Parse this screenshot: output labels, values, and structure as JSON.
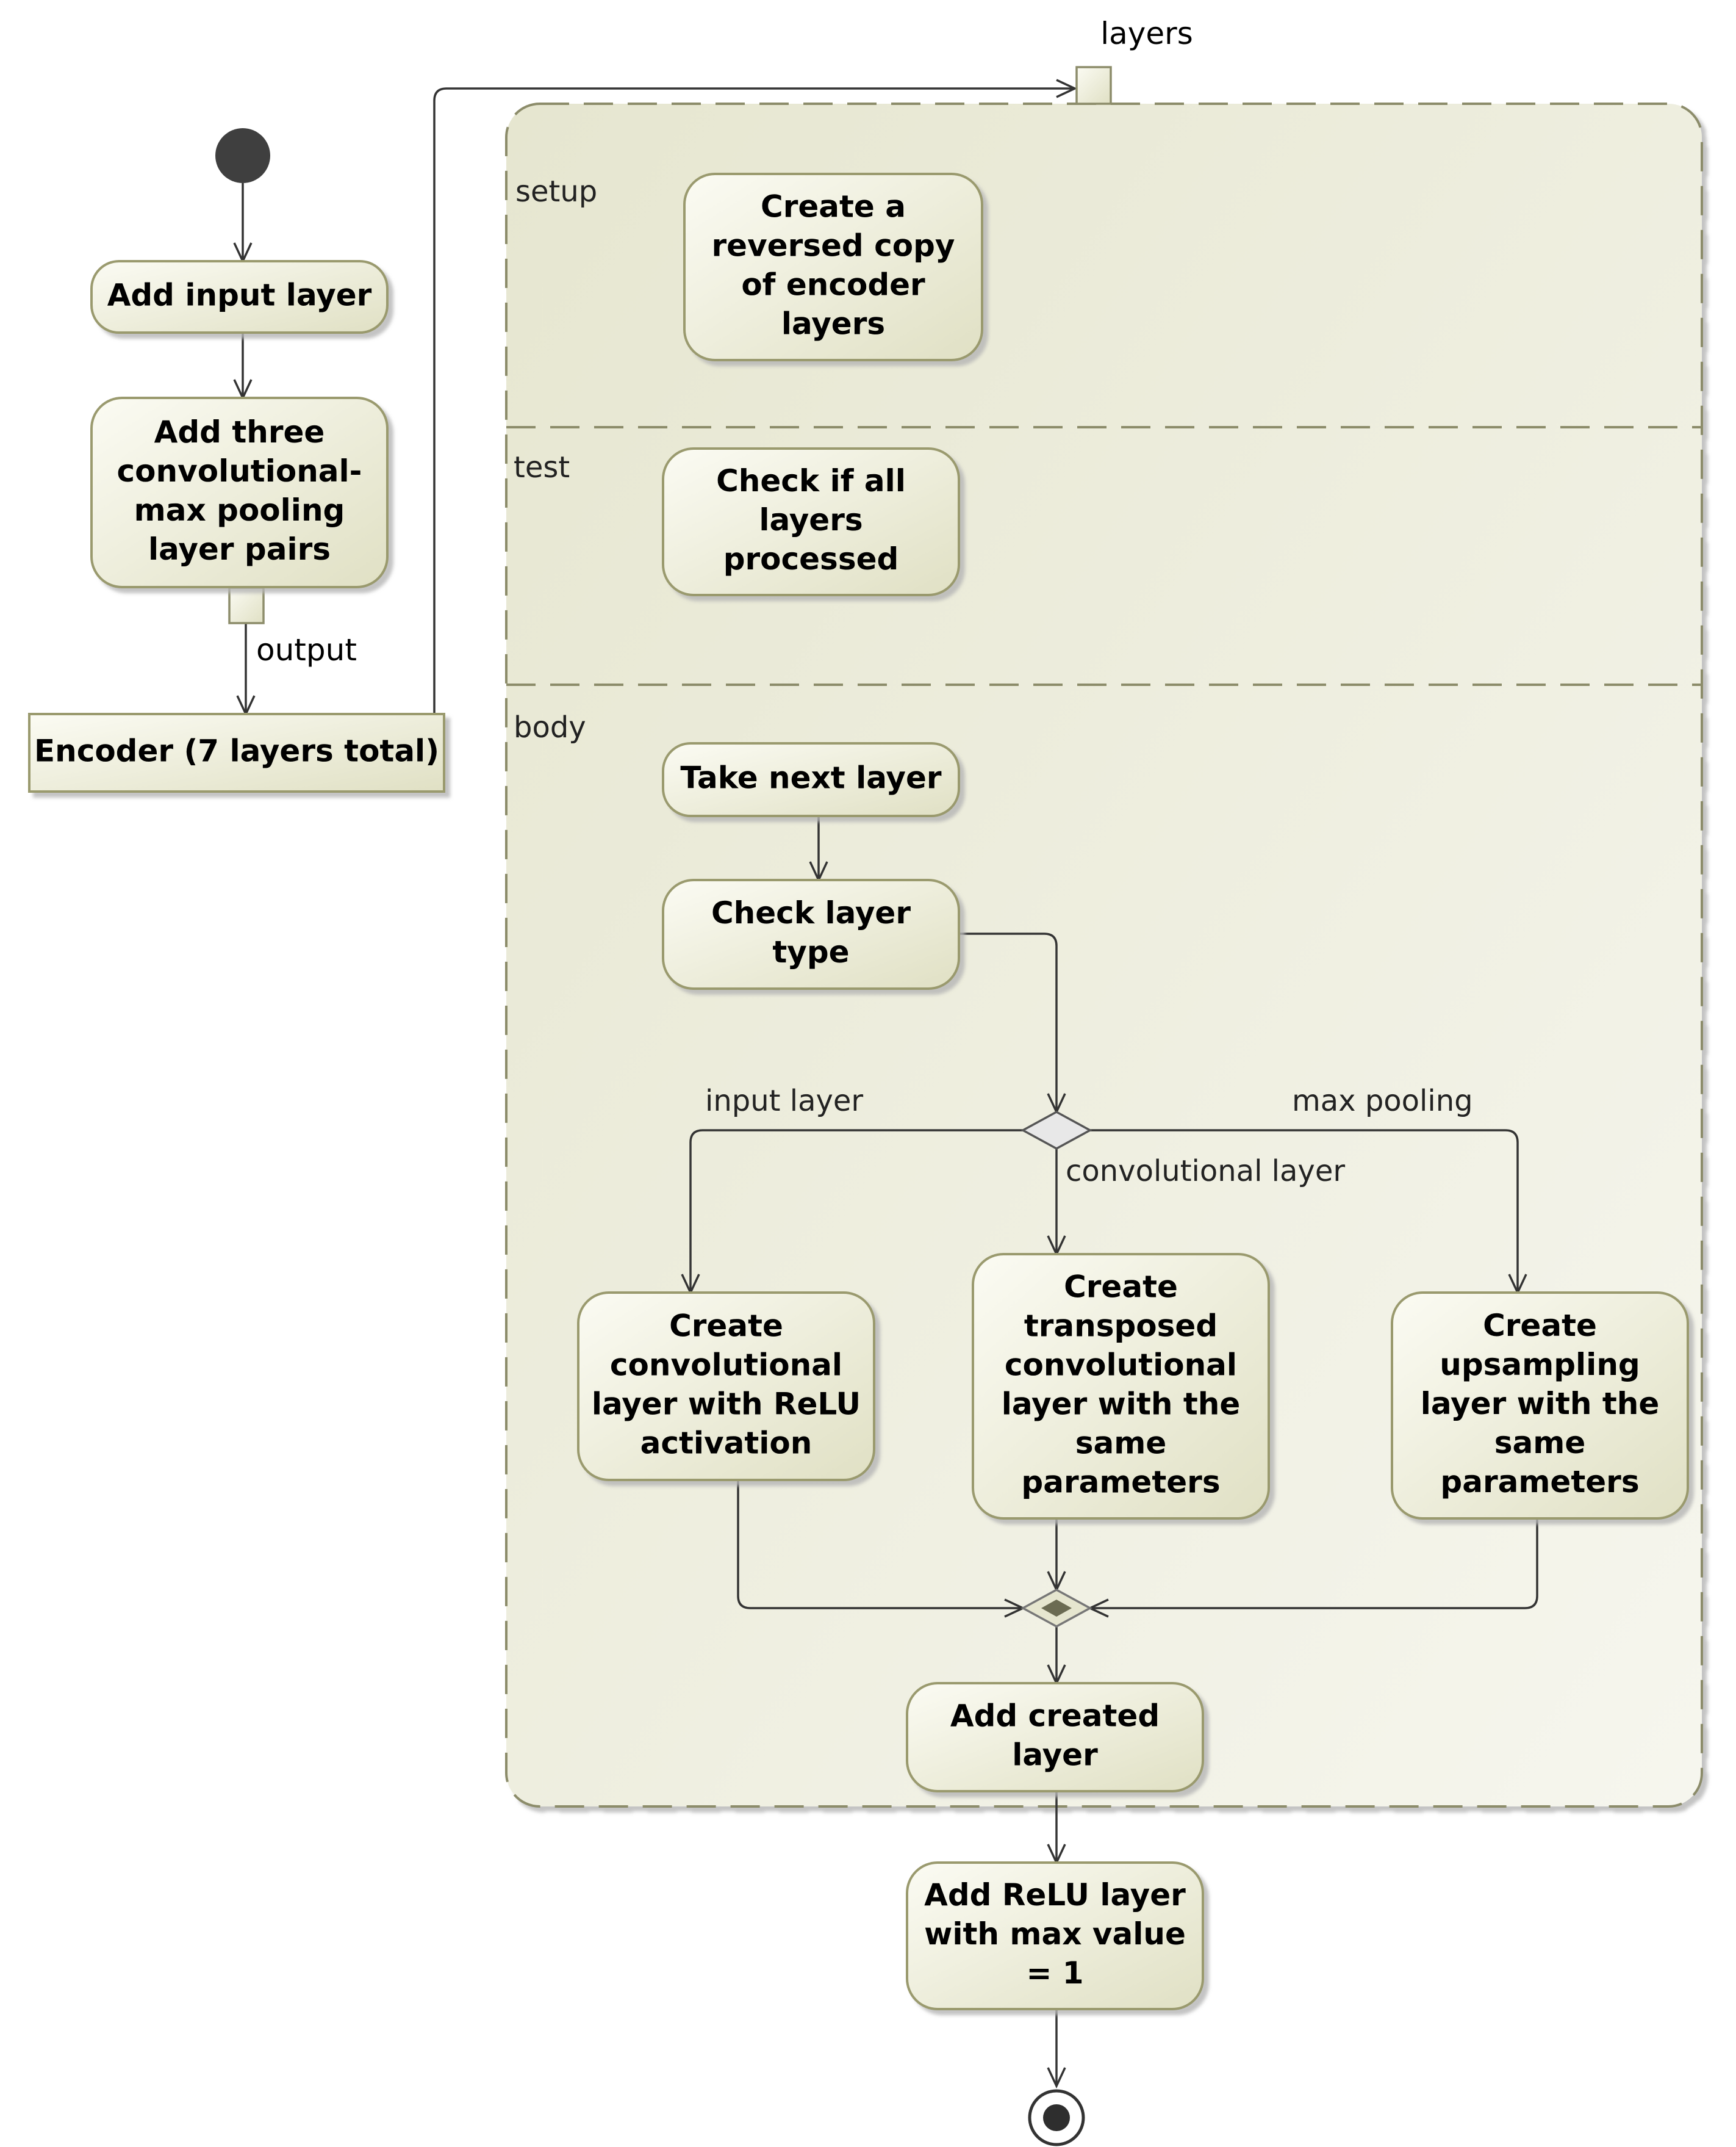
{
  "diagram": {
    "pins": {
      "layers": "layers",
      "output": "output"
    },
    "sections": {
      "setup": "setup",
      "test": "test",
      "body": "body"
    },
    "actions": {
      "add_input": [
        "Add input layer"
      ],
      "add_three": [
        "Add three",
        "convolutional-",
        "max pooling",
        "layer pairs"
      ],
      "encoder": [
        "Encoder (7 layers total)"
      ],
      "create_copy": [
        "Create a",
        "reversed copy",
        "of encoder",
        "layers"
      ],
      "check_all": [
        "Check if all",
        "layers",
        "processed"
      ],
      "take_next": [
        "Take next layer"
      ],
      "check_type": [
        "Check layer",
        "type"
      ],
      "create_conv": [
        "Create",
        "convolutional",
        "layer with ReLU",
        "activation"
      ],
      "create_transposed": [
        "Create",
        "transposed",
        "convolutional",
        "layer with the",
        "same",
        "parameters"
      ],
      "create_upsampling": [
        "Create",
        "upsampling",
        "layer with the",
        "same",
        "parameters"
      ],
      "add_created": [
        "Add created",
        "layer"
      ],
      "add_relu": [
        "Add ReLU layer",
        "with max value",
        "= 1"
      ]
    },
    "guards": {
      "input_layer": "input layer",
      "max_pooling": "max pooling",
      "convolutional_layer": "convolutional layer"
    },
    "colors": {
      "node_fill_light": "#fbfbf3",
      "node_fill_dark": "#e3e3c8",
      "node_border": "#9a9a6e",
      "region_fill": "#ebebd9",
      "region_border": "#8c8c6a",
      "line": "#333333"
    }
  }
}
